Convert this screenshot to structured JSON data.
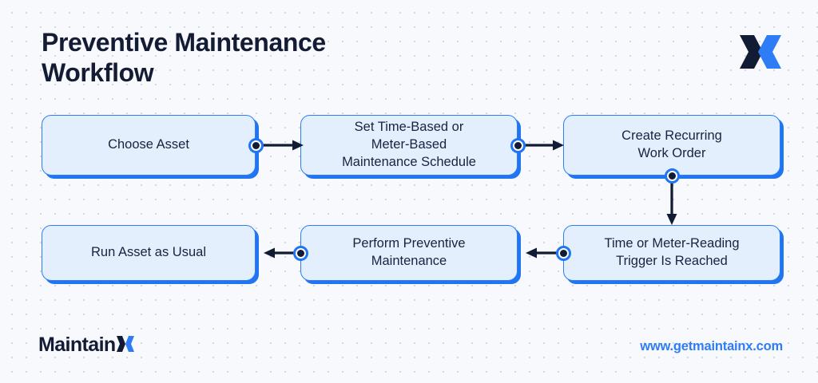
{
  "header": {
    "title": "Preventive Maintenance\nWorkflow",
    "logo_icon": "maintainx-x-logo-icon",
    "logo_dark_color": "#111B33",
    "logo_blue_color": "#2F7DF6"
  },
  "diagram": {
    "type": "flowchart",
    "direction": "left-to-right then right-to-left (serpentine)",
    "nodes": [
      {
        "id": "choose-asset",
        "label": "Choose Asset",
        "row": 1,
        "order": 1
      },
      {
        "id": "set-schedule",
        "label": "Set Time-Based or\nMeter-Based\nMaintenance Schedule",
        "row": 1,
        "order": 2
      },
      {
        "id": "create-work-order",
        "label": "Create Recurring\nWork Order",
        "row": 1,
        "order": 3
      },
      {
        "id": "trigger-reached",
        "label": "Time or Meter-Reading\nTrigger Is Reached",
        "row": 2,
        "order": 4
      },
      {
        "id": "perform-maintenance",
        "label": "Perform Preventive\nMaintenance",
        "row": 2,
        "order": 5
      },
      {
        "id": "run-asset",
        "label": "Run Asset as Usual",
        "row": 2,
        "order": 6
      }
    ],
    "edges": [
      {
        "from": "choose-asset",
        "to": "set-schedule",
        "direction": "right"
      },
      {
        "from": "set-schedule",
        "to": "create-work-order",
        "direction": "right"
      },
      {
        "from": "create-work-order",
        "to": "trigger-reached",
        "direction": "down"
      },
      {
        "from": "trigger-reached",
        "to": "perform-maintenance",
        "direction": "left"
      },
      {
        "from": "perform-maintenance",
        "to": "run-asset",
        "direction": "left"
      }
    ],
    "style": {
      "node_fill": "#E3EFFD",
      "node_border": "#2F7DF6",
      "node_shadow": "#1F75F2",
      "node_text": "#1A2240",
      "arrow_color": "#111B33",
      "connector_ring": "#1F75F2",
      "connector_core": "#111B33",
      "background": "#F7F9FC",
      "dot_grid": "#D4DAE3"
    }
  },
  "footer": {
    "logo_text": "Maintain",
    "logo_text_accent": "X",
    "url": "www.getmaintainx.com",
    "url_color": "#2F7DF6"
  }
}
